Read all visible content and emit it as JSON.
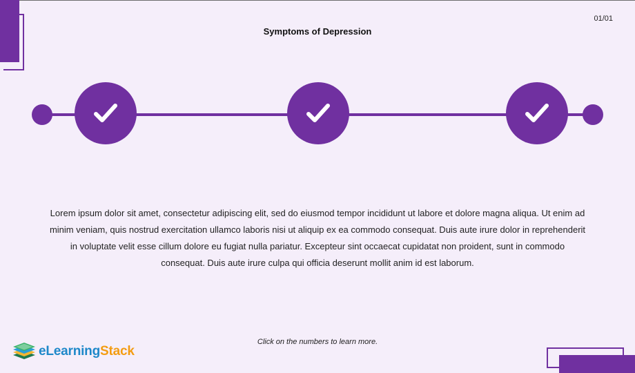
{
  "slide": {
    "title": "Symptoms of Depression",
    "page_counter": "01/01",
    "body": "Lorem ipsum dolor sit amet, consectetur adipiscing elit, sed do eiusmod tempor incididunt ut labore et dolore magna aliqua. Ut enim ad minim veniam, quis nostrud exercitation ullamco laboris nisi ut aliquip ex ea commodo consequat. Duis aute irure dolor in reprehenderit in voluptate velit esse cillum dolore eu fugiat nulla pariatur. Excepteur sint occaecat cupidatat non proident, sunt in commodo consequat. Duis aute irure culpa qui officia deserunt mollit anim id est laborum.",
    "hint": "Click on the numbers to learn more."
  },
  "timeline": {
    "steps": [
      {
        "icon": "checkmark-icon",
        "completed": true
      },
      {
        "icon": "checkmark-icon",
        "completed": true
      },
      {
        "icon": "checkmark-icon",
        "completed": true
      }
    ]
  },
  "branding": {
    "logo_part1": "eLearning",
    "logo_part2": "Stack"
  },
  "colors": {
    "accent": "#7030a0",
    "background": "#f5eefa",
    "logo_blue": "#1e88c9",
    "logo_orange": "#f39c12"
  }
}
